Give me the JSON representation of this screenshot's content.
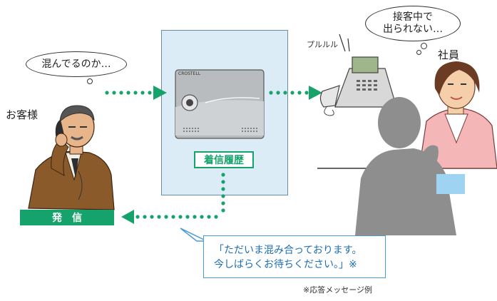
{
  "customer": {
    "thought": "混んでるのか…",
    "label": "お客様",
    "send_label": "発信"
  },
  "staff": {
    "thought_line1": "接客中で",
    "thought_line2": "出られない…",
    "label": "社員",
    "ring": "プルルル"
  },
  "device": {
    "brand": "CROSTELL",
    "history_tag": "着信履歴"
  },
  "message": {
    "line1": "「ただいま混み合っております。",
    "line2": "今しばらくお待ちください。」※"
  },
  "footnote": "※応答メッセージ例",
  "colors": {
    "accent_green": "#16a36b",
    "message_blue": "#1e6fb4",
    "panel_bg": "#dcecf6"
  }
}
